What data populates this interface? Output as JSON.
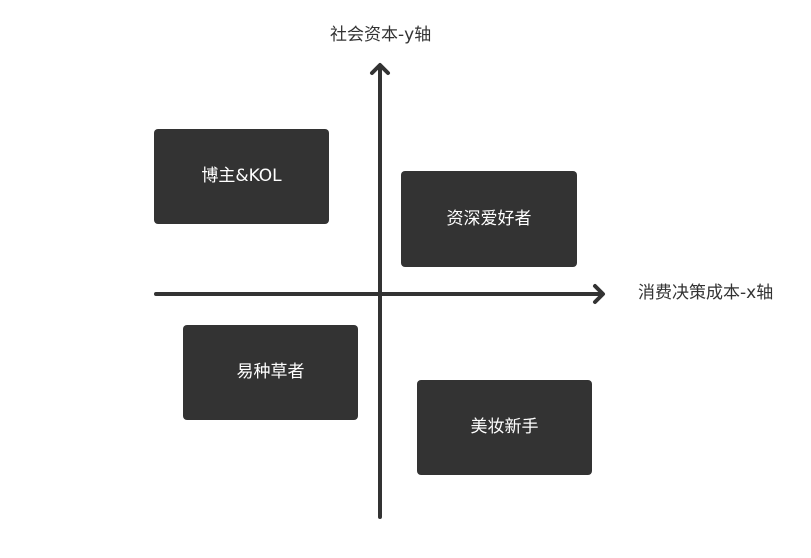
{
  "axes": {
    "y_label": "社会资本-y轴",
    "x_label": "消费决策成本-x轴"
  },
  "quadrants": [
    {
      "label": "博主&KOL"
    },
    {
      "label": "资深爱好者"
    },
    {
      "label": "易种草者"
    },
    {
      "label": "美妆新手"
    }
  ],
  "colors": {
    "box_fill": "#333333",
    "box_text": "#ffffff",
    "axis": "#333333",
    "label_text": "#333333"
  }
}
